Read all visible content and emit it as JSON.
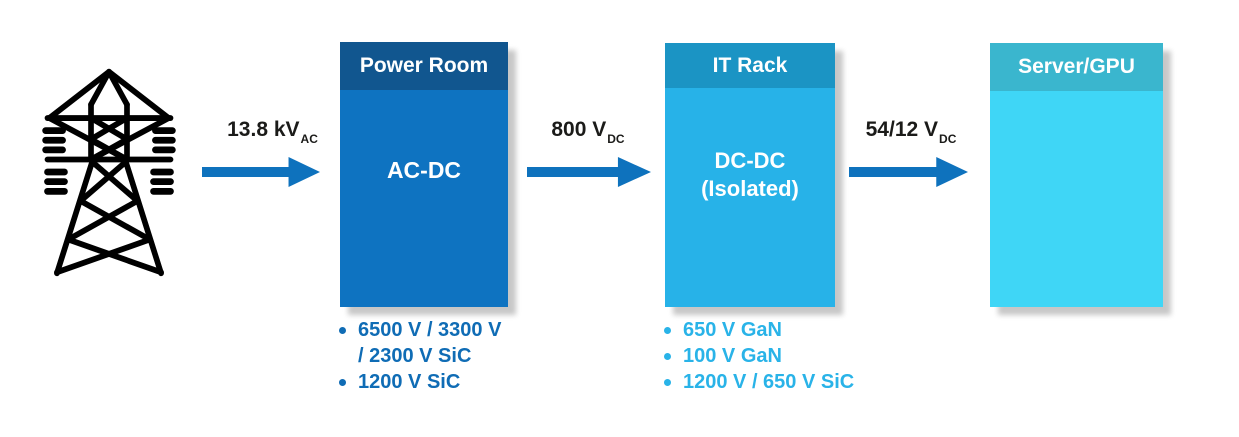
{
  "colors": {
    "power_room_header": "#11568f",
    "power_room_body": "#0e73c1",
    "it_rack_header": "#1b94c4",
    "it_rack_body": "#27b2e8",
    "server_gpu_header": "#3ab6ce",
    "server_gpu_body": "#3fd6f6",
    "arrow": "#0e72bd",
    "bullets_power_room": "#0f6cb5",
    "bullets_it_rack": "#29b3e8",
    "label_text": "#1b1b19",
    "tower_icon": "#000000"
  },
  "flow": {
    "source_icon": "transmission-tower",
    "arrows": [
      {
        "value": "13.8 kV",
        "subscript": "AC"
      },
      {
        "value": "800 V",
        "subscript": "DC"
      },
      {
        "value": "54/12 V",
        "subscript": "DC"
      }
    ]
  },
  "stages": [
    {
      "title": "Power Room",
      "label_lines": [
        "AC-DC"
      ],
      "bullets": [
        {
          "lines": [
            "6500 V / 3300 V",
            "/ 2300 V SiC"
          ]
        },
        {
          "lines": [
            "1200 V SiC"
          ]
        }
      ]
    },
    {
      "title": "IT Rack",
      "label_lines": [
        "DC-DC",
        "(Isolated)"
      ],
      "bullets": [
        {
          "lines": [
            "650 V GaN"
          ]
        },
        {
          "lines": [
            "100 V GaN"
          ]
        },
        {
          "lines": [
            "1200 V / 650 V SiC"
          ]
        }
      ]
    },
    {
      "title": "Server/GPU",
      "label_lines": [],
      "bullets": []
    }
  ]
}
